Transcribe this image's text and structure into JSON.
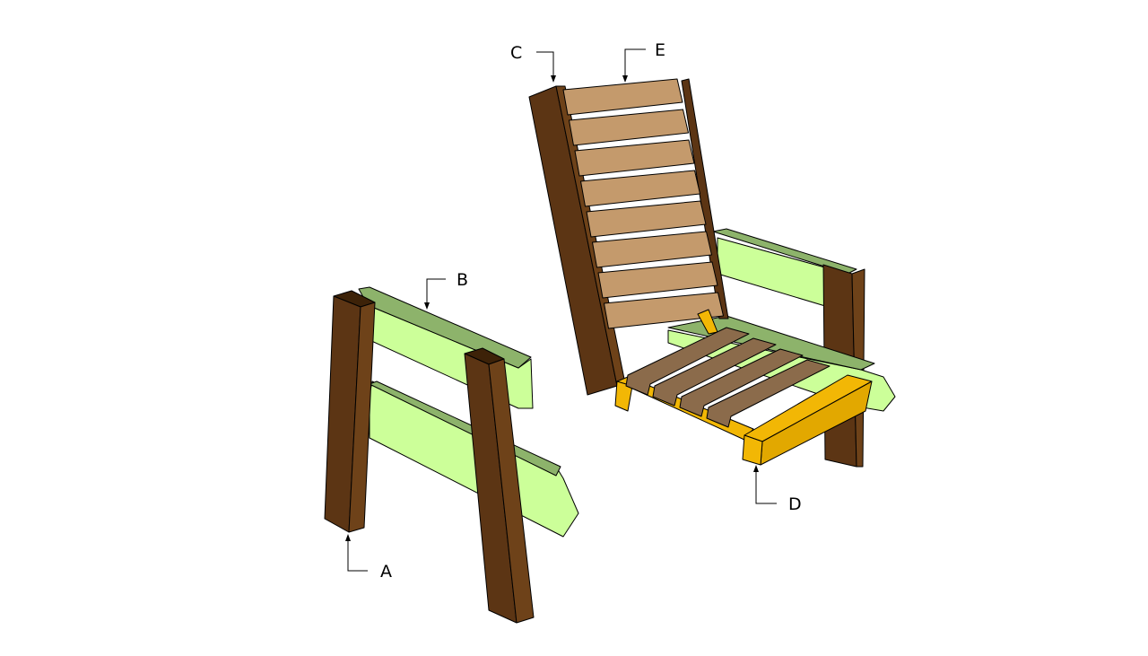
{
  "diagram": {
    "labels": {
      "a": "A",
      "b": "B",
      "c": "C",
      "d": "D",
      "e": "E"
    },
    "colors": {
      "leg_dark_brown": "#5c3514",
      "leg_side_brown": "#7a4a1e",
      "rail_light_green": "#ccff99",
      "rail_top_green": "#8db36b",
      "back_slat_tan": "#c49a6c",
      "seat_slat_brown": "#8b6b4b",
      "seat_frame_yellow": "#f2b705"
    }
  }
}
